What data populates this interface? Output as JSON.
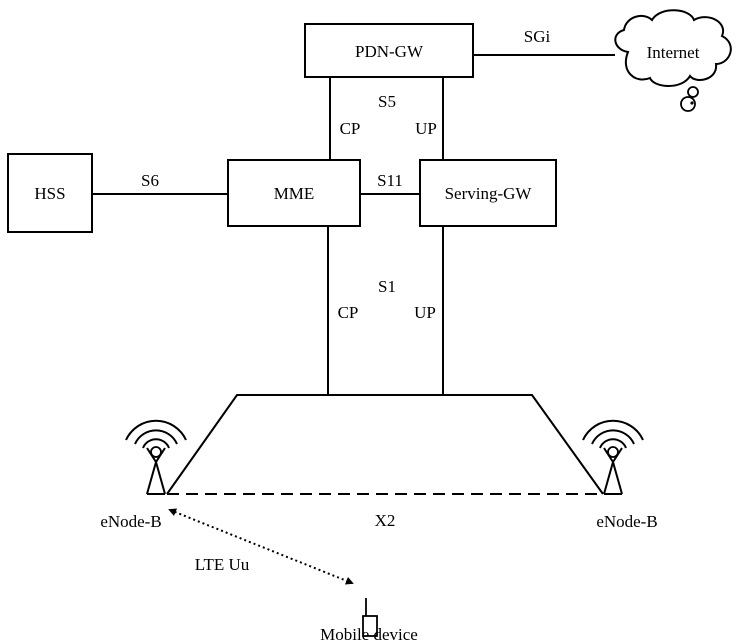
{
  "nodes": {
    "pdn_gw": "PDN-GW",
    "mme": "MME",
    "serving_gw": "Serving-GW",
    "hss": "HSS",
    "internet": "Internet",
    "enodeb_left": "eNode-B",
    "enodeb_right": "eNode-B",
    "mobile_device": "Mobile device"
  },
  "interfaces": {
    "sgi": "SGi",
    "s5": "S5",
    "s5_cp": "CP",
    "s5_up": "UP",
    "s6": "S6",
    "s11": "S11",
    "s1": "S1",
    "s1_cp": "CP",
    "s1_up": "UP",
    "x2": "X2",
    "lte_uu": "LTE Uu"
  }
}
